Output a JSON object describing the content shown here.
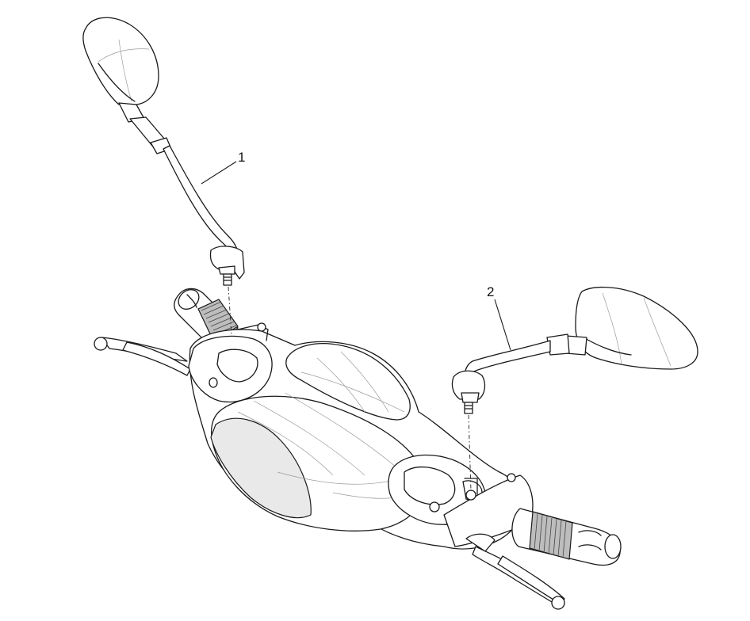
{
  "callouts": [
    {
      "number": "1",
      "part": "left-mirror"
    },
    {
      "number": "2",
      "part": "right-mirror"
    }
  ],
  "colors": {
    "line": "#1a1a1a",
    "background": "#ffffff"
  }
}
